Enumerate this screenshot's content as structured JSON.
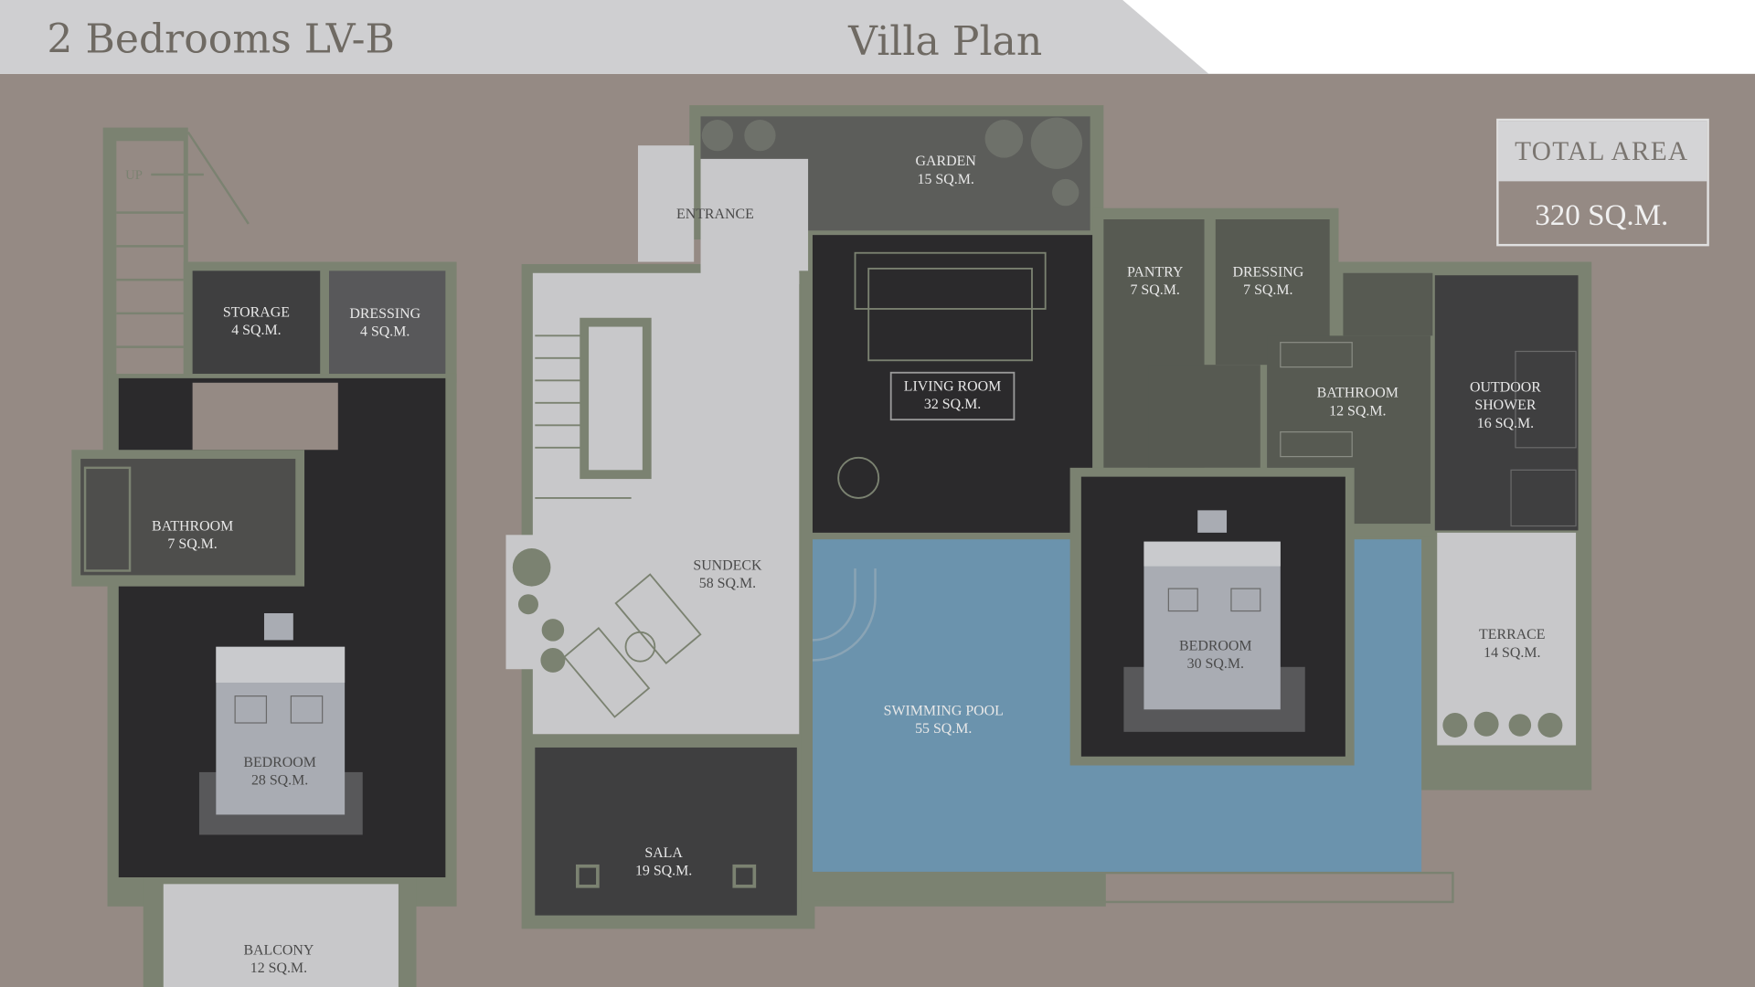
{
  "header": {
    "unit_title": "2 Bedrooms LV-B",
    "plan_title": "Villa Plan"
  },
  "total_area": {
    "label": "TOTAL AREA",
    "value": "320  SQ.M."
  },
  "stairs_label": "UP",
  "rooms": {
    "storage": {
      "name": "STORAGE",
      "area": "4 SQ.M."
    },
    "dressing_left": {
      "name": "DRESSING",
      "area": "4 SQ.M."
    },
    "bathroom_left": {
      "name": "BATHROOM",
      "area": "7 SQ.M."
    },
    "bedroom_left": {
      "name": "BEDROOM",
      "area": "28 SQ.M."
    },
    "balcony": {
      "name": "BALCONY",
      "area": "12 SQ.M."
    },
    "entrance": {
      "name": "ENTRANCE"
    },
    "garden": {
      "name": "GARDEN",
      "area": "15 SQ.M."
    },
    "living_room": {
      "name": "LIVING ROOM",
      "area": "32 SQ.M."
    },
    "sundeck": {
      "name": "SUNDECK",
      "area": "58 SQ.M."
    },
    "sala": {
      "name": "SALA",
      "area": "19 SQ.M."
    },
    "swimming_pool": {
      "name": "SWIMMING POOL",
      "area": "55 SQ.M."
    },
    "pantry": {
      "name": "PANTRY",
      "area": "7 SQ.M."
    },
    "dressing_right": {
      "name": "DRESSING",
      "area": "7 SQ.M."
    },
    "bathroom_right": {
      "name": "BATHROOM",
      "area": "12 SQ.M."
    },
    "outdoor_shower": {
      "name_1": "OUTDOOR",
      "name_2": "SHOWER",
      "area": "16 SQ.M."
    },
    "bedroom_right": {
      "name": "BEDROOM",
      "area": "30 SQ.M."
    },
    "terrace": {
      "name": "TERRACE",
      "area": "14 SQ.M."
    }
  },
  "colors": {
    "wall": "#7b8271",
    "pool": "#6b93ad",
    "dark_room": "#2b2a2c",
    "background": "#958a84"
  }
}
